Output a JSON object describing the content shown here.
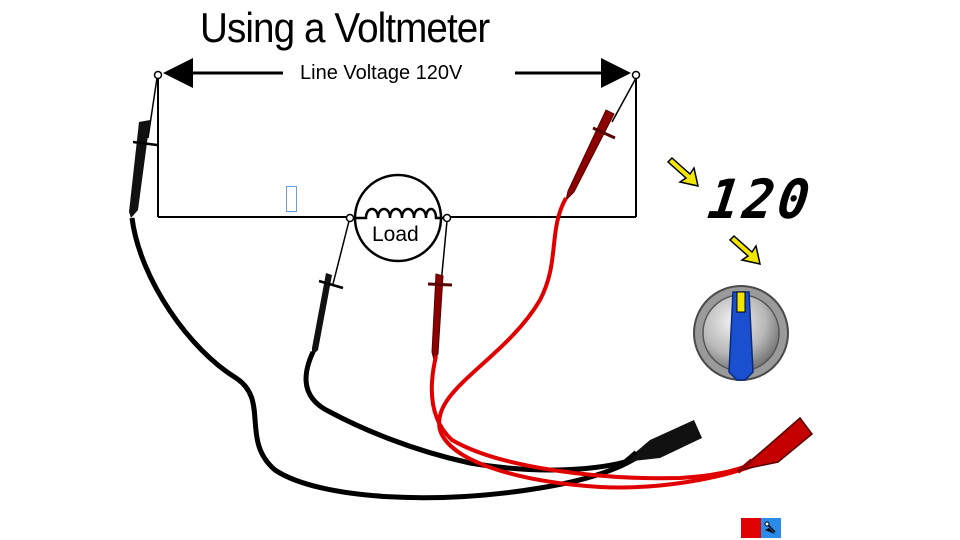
{
  "title": "Using a Voltmeter",
  "line_label": "Line Voltage 120V",
  "load_label": "Load",
  "meter": {
    "reading": "120",
    "dial_icon": "selector-knob-icon",
    "colors": {
      "knob_stripe": "#1a4fd0",
      "knob_marker": "#f2e600",
      "arrow_fill": "#f2e600"
    }
  },
  "probes": {
    "black_color": "#000000",
    "red_color": "#e00000",
    "dark_red_color": "#8b0000"
  },
  "nav": {
    "prev_icon": "red-square-icon",
    "next_icon": "sound-speaker-icon"
  }
}
